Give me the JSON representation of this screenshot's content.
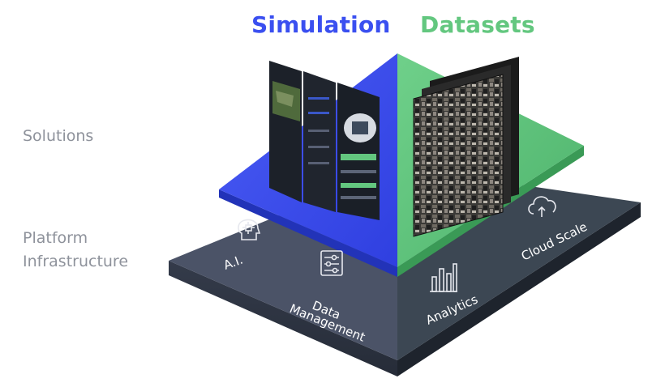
{
  "titles": {
    "simulation": "Simulation",
    "datasets": "Datasets"
  },
  "layers": {
    "solutions": "Solutions",
    "platform_line1": "Platform",
    "platform_line2": "Infrastructure"
  },
  "platform": {
    "ai": "A.I.",
    "data_line1": "Data",
    "data_line2": "Management",
    "analytics": "Analytics",
    "cloud": "Cloud Scale"
  },
  "colors": {
    "simulation": "#3a4ff0",
    "datasets": "#63c77f",
    "platform_left": "#4b5367",
    "platform_right": "#3c4753",
    "label_gray": "#8e929b"
  },
  "icons": {
    "ai": "head-chip-icon",
    "data": "sliders-icon",
    "analytics": "bar-chart-icon",
    "cloud": "cloud-sync-icon"
  }
}
